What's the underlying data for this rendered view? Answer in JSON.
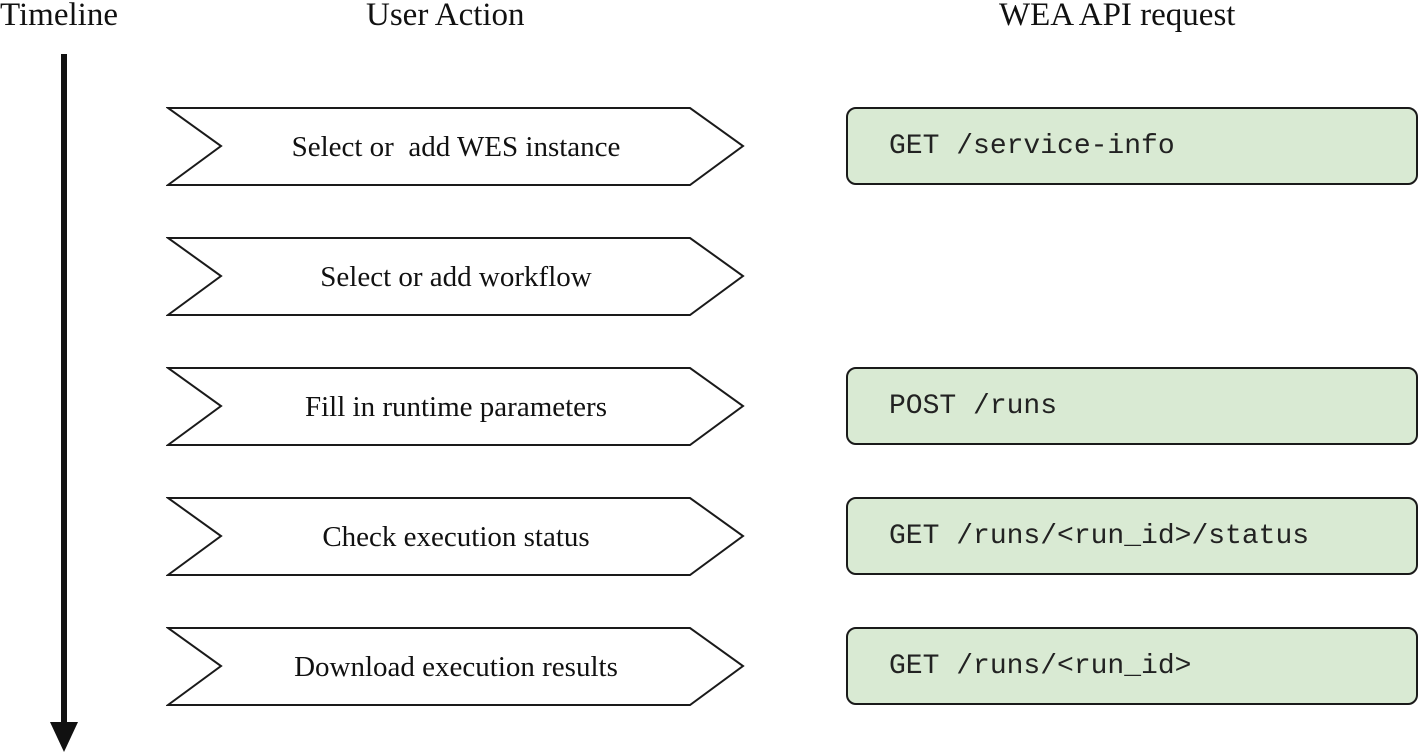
{
  "headers": {
    "timeline": "Timeline",
    "user_action": "User Action",
    "api_request": "WEA API request"
  },
  "steps": [
    {
      "label": "Select or  add WES instance",
      "request": "GET /service-info"
    },
    {
      "label": "Select or add workflow",
      "request": ""
    },
    {
      "label": "Fill in runtime parameters",
      "request": "POST /runs"
    },
    {
      "label": "Check execution status",
      "request": "GET /runs/<run_id>/status"
    },
    {
      "label": "Download execution results",
      "request": "GET /runs/<run_id>"
    }
  ],
  "colors": {
    "api_box_fill": "#d9ead3",
    "stroke": "#1a1a1a"
  }
}
